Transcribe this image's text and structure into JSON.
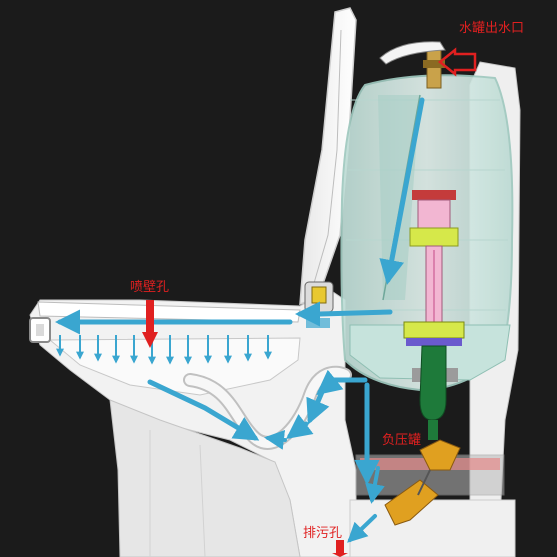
{
  "labels": {
    "water_tank_outlet": "水罐出水口",
    "wall_spray_holes": "喷壁孔",
    "negative_pressure_tank": "负压罐",
    "drain_hole": "排污孔"
  },
  "colors": {
    "background": "#1b1b1b",
    "ceramic": "#f2f2f2",
    "tank_glass": "#cfe8e2",
    "flow_arrow": "#3aa6d0",
    "annotation_red": "#e02020",
    "valve_pink": "#f2b6d2",
    "valve_yellow": "#d6e84a",
    "pipe_green": "#1e7a3a",
    "flapper_orange": "#e0a020"
  },
  "icons": [
    "flow-arrow",
    "pointer-arrow"
  ]
}
